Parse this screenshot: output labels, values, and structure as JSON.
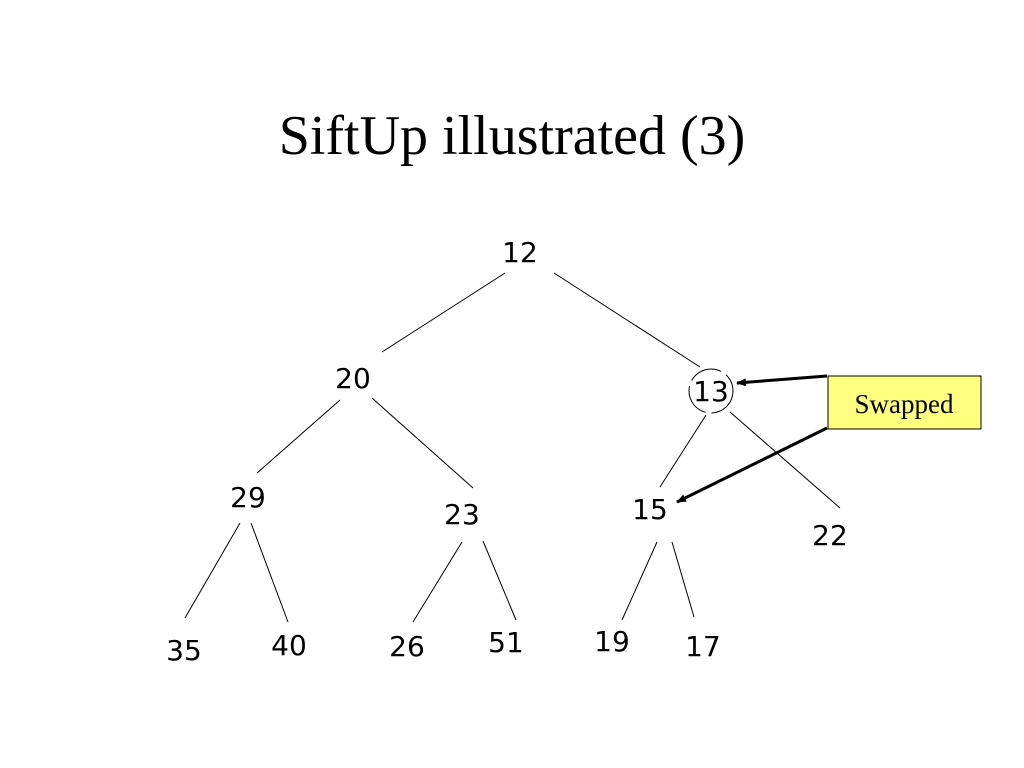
{
  "title": "SiftUp illustrated (3)",
  "nodes": {
    "root": "12",
    "n20": "20",
    "n13": "13",
    "n29": "29",
    "n23": "23",
    "n15": "15",
    "n22": "22",
    "n35": "35",
    "n40": "40",
    "n26": "26",
    "n51": "51",
    "n19": "19",
    "n17": "17"
  },
  "callout": {
    "label": "Swapped",
    "fill_color": "#ffff80"
  },
  "highlighted_node": "13"
}
